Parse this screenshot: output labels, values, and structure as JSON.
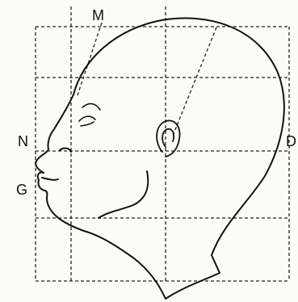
{
  "figure": {
    "labels": {
      "M": "M",
      "N": "N",
      "G": "G",
      "D": "D"
    },
    "colors": {
      "ink": "#111111",
      "paper": "#fbfbf8",
      "grid": "#222222"
    }
  }
}
